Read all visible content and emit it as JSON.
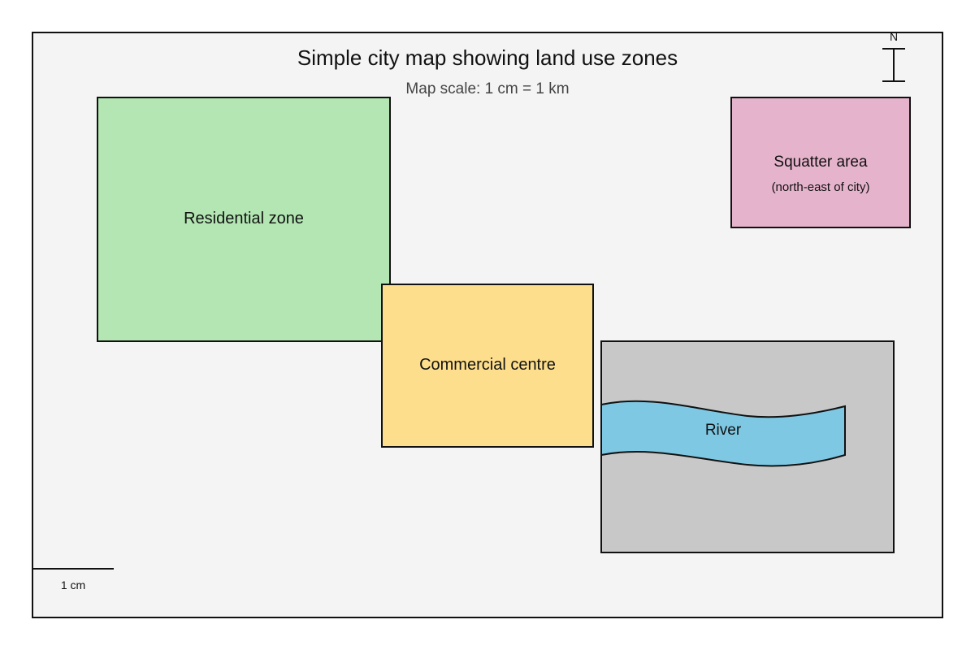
{
  "map": {
    "title": "Simple city map showing land use zones",
    "scale_text": "Map scale: 1 cm = 1 km",
    "north_label": "N",
    "scale_bar_label": "1 cm",
    "zones": {
      "residential": {
        "label": "Residential zone",
        "color": "#b3e6b3"
      },
      "commercial": {
        "label": "Commercial centre",
        "color": "#fdde8c"
      },
      "squatter": {
        "label": "Squatter area",
        "sublabel": "(north-east of city)",
        "color": "#e6b3cc"
      },
      "industrial": {
        "color": "#c8c8c8"
      },
      "river": {
        "label": "River",
        "color": "#7ec8e3"
      }
    },
    "colors": {
      "background": "#f4f4f4",
      "border": "#111111"
    }
  }
}
